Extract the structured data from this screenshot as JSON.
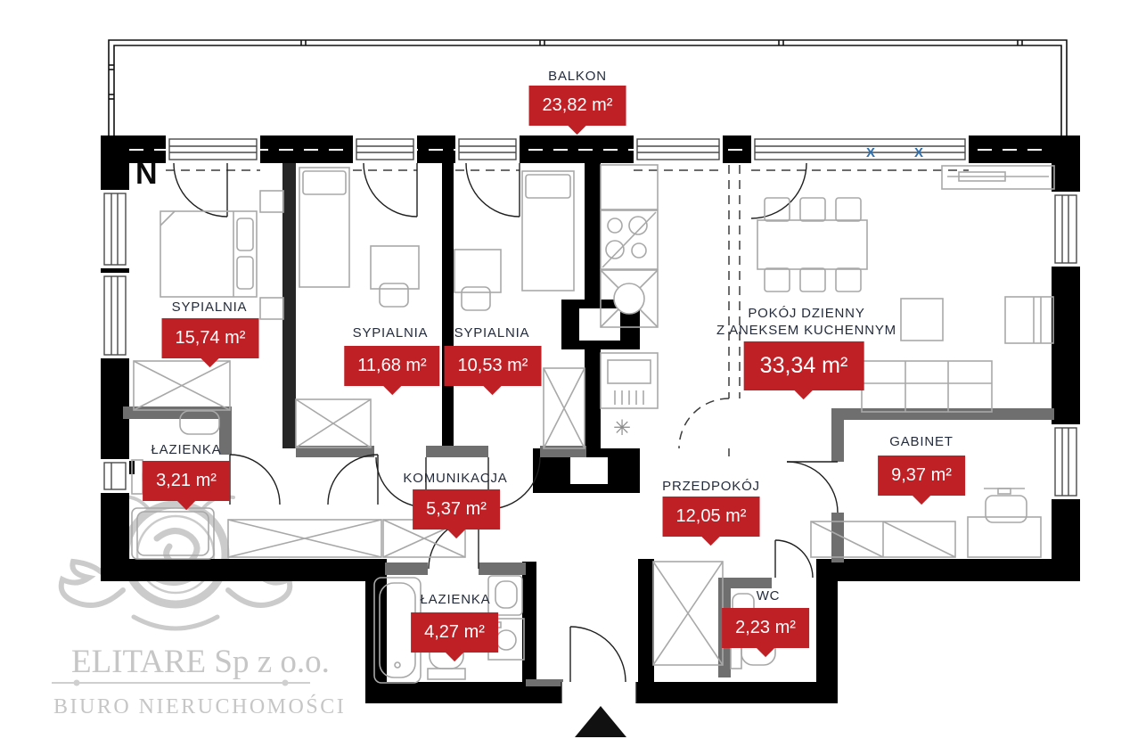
{
  "rooms": [
    {
      "id": "balkon",
      "name": "BALKON",
      "area": "23,82 m²"
    },
    {
      "id": "sypialnia-1",
      "name": "SYPIALNIA",
      "area": "15,74 m²"
    },
    {
      "id": "sypialnia-2",
      "name": "SYPIALNIA",
      "area": "11,68 m²"
    },
    {
      "id": "sypialnia-3",
      "name": "SYPIALNIA",
      "area": "10,53 m²"
    },
    {
      "id": "pokoj-dzienny",
      "name": "POKÓJ DZIENNY",
      "name2": "Z ANEKSEM KUCHENNYM",
      "area": "33,34 m²"
    },
    {
      "id": "lazienka-1",
      "name": "ŁAZIENKA",
      "area": "3,21 m²"
    },
    {
      "id": "komunikacja",
      "name": "KOMUNIKACJA",
      "area": "5,37 m²"
    },
    {
      "id": "przedpokoj",
      "name": "PRZEDPOKÓJ",
      "area": "12,05 m²"
    },
    {
      "id": "gabinet",
      "name": "GABINET",
      "area": "9,37 m²"
    },
    {
      "id": "lazienka-2",
      "name": "ŁAZIENKA",
      "area": "4,27 m²"
    },
    {
      "id": "wc",
      "name": "WC",
      "area": "2,23 m²"
    }
  ],
  "window_marks": [
    "X",
    "X"
  ],
  "compass": {
    "label": "N"
  },
  "watermark": {
    "company": "ELITARE Sp z o.o.",
    "subtitle": "BIURO NIERUCHOMOŚCI"
  },
  "colors": {
    "badge_red": "#bf2026",
    "label_navy": "#242c3c",
    "wall_black": "#000000",
    "interior_wall_gray": "#6f6f6f",
    "watermark_gray": "#c6c6c6",
    "window_mark_blue": "#2e6fae"
  }
}
